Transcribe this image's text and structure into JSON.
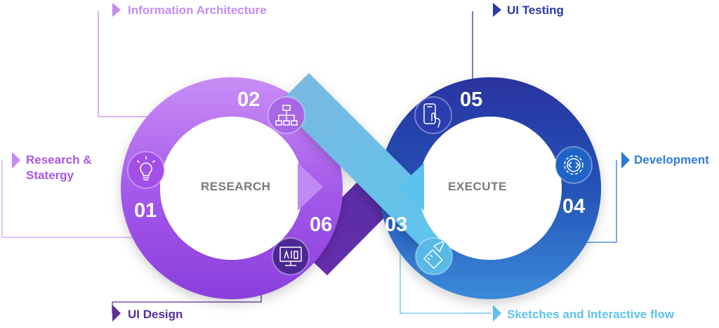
{
  "steps": [
    {
      "number": "01",
      "label": "Research &\nStatergy",
      "color": "#a855e8",
      "icon": "lightbulb-icon"
    },
    {
      "number": "02",
      "label": "Information Architecture",
      "color": "#c48cf3",
      "icon": "sitemap-icon"
    },
    {
      "number": "03",
      "label": "Sketches and Interactive flow",
      "color": "#5fc3ec",
      "icon": "pencil-ruler-icon"
    },
    {
      "number": "04",
      "label": "Development",
      "color": "#2f7bd6",
      "icon": "gear-code-icon"
    },
    {
      "number": "05",
      "label": "UI Testing",
      "color": "#2b3aa8",
      "icon": "touch-phone-icon"
    },
    {
      "number": "06",
      "label": "UI Design",
      "color": "#5a2d9a",
      "icon": "design-monitor-icon"
    }
  ],
  "loops": {
    "left": "RESEARCH",
    "right": "EXECUTE"
  }
}
